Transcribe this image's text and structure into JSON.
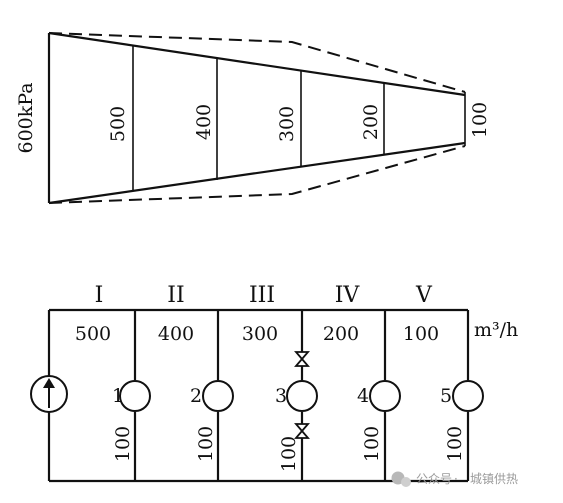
{
  "top_diagram": {
    "source_pressure_label": "600kPa",
    "section_labels": [
      "500",
      "400",
      "300",
      "200",
      "100"
    ]
  },
  "network": {
    "section_numerals": [
      "I",
      "II",
      "III",
      "IV",
      "V"
    ],
    "flow_labels": [
      "500",
      "400",
      "300",
      "200",
      "100"
    ],
    "flow_unit": "m³/h",
    "consumer_numbers": [
      "1",
      "2",
      "3",
      "4",
      "5"
    ],
    "consumer_flows": [
      "100",
      "100",
      "100",
      "100",
      "100"
    ],
    "pump_icon": "pump-arrow-icon",
    "valve_icon": "bowtie-valve-icon"
  },
  "watermark": {
    "prefix": "公众号",
    "separator": "·",
    "name": "城镇供热"
  }
}
